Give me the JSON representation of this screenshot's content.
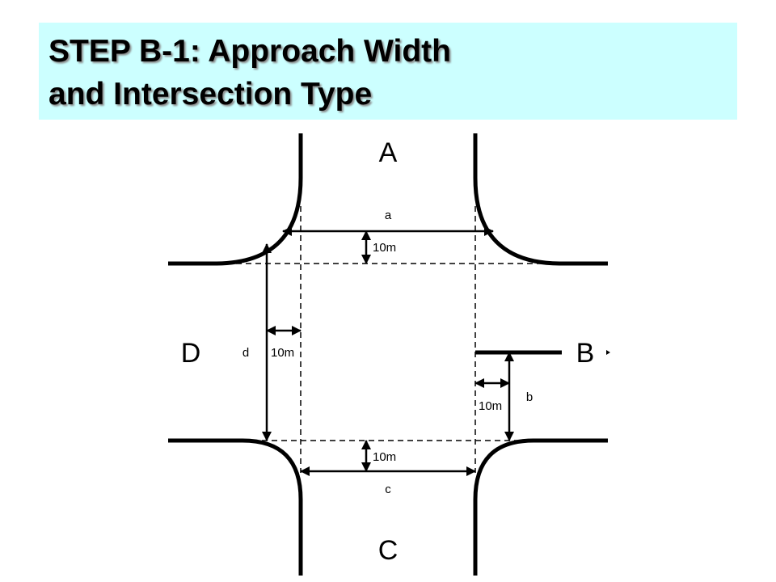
{
  "title": {
    "line1": "STEP B-1: Approach Width",
    "line2": "and Intersection Type"
  },
  "colors": {
    "banner_background": "#ccffff",
    "lines": "#000000"
  },
  "diagram": {
    "approaches": {
      "north": "A",
      "east": "B",
      "south": "C",
      "west": "D"
    },
    "widths": {
      "north": "a",
      "east": "b",
      "south": "c",
      "west": "d"
    },
    "offsets": {
      "north": "10m",
      "east": "10m",
      "south": "10m",
      "west": "10m"
    }
  }
}
